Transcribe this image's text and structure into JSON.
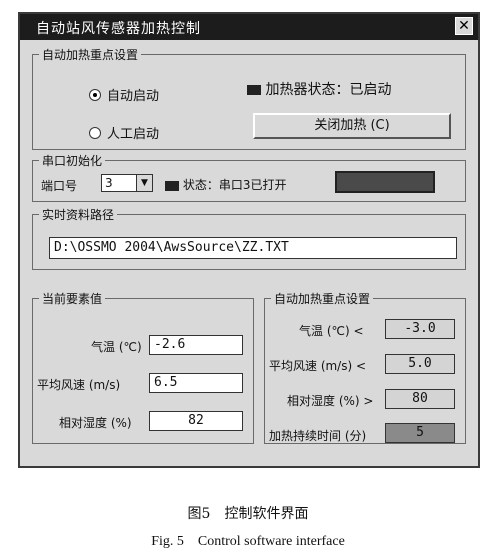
{
  "window": {
    "title": "自动站风传感器加热控制",
    "close_glyph": "✕"
  },
  "auto_heat_group": {
    "legend": "自动加热重点设置",
    "radio_auto": "自动启动",
    "radio_manual": "人工启动",
    "heater_status": "加热器状态：已启动",
    "stop_button": "关闭加热 (C)"
  },
  "serial_group": {
    "legend": "串口初始化",
    "port_label": "端口号",
    "port_value": "3",
    "status_text": "状态：串口3已打开"
  },
  "path_group": {
    "legend": "实时资料路径",
    "path_value": "D:\\OSSMO 2004\\AwsSource\\ZZ.TXT"
  },
  "current_group": {
    "legend": "当前要素值",
    "temp_label": "气温 (℃)",
    "temp_value": "-2.6",
    "wind_label": "平均风速 (m/s)",
    "wind_value": "6.5",
    "humidity_label": "相对湿度 (%)",
    "humidity_value": "82"
  },
  "threshold_group": {
    "legend": "自动加热重点设置",
    "temp_label": "气温 (℃) <",
    "temp_value": "-3.0",
    "wind_label": "平均风速 (m/s) <",
    "wind_value": "5.0",
    "humidity_label": "相对湿度 (%) >",
    "humidity_value": "80",
    "duration_label": "加热持续时间 (分)",
    "duration_value": "5"
  },
  "captions": {
    "chinese": "图5　控制软件界面",
    "english": "Fig. 5　Control software interface"
  }
}
